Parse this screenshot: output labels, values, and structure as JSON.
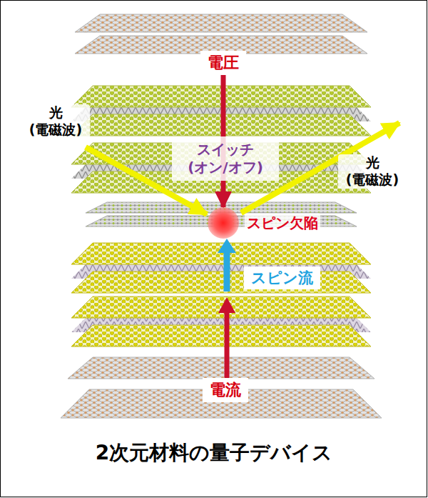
{
  "diagram": {
    "title": "2次元材料の量子デバイス",
    "nodes": [
      {
        "text": [
          "電圧"
        ]
      },
      {
        "text": [
          "スイッチ (オン/オフ)"
        ]
      },
      {
        "text": [
          "スピン欠陥"
        ]
      },
      {
        "text": [
          "スピン流"
        ]
      },
      {
        "text": [
          "電流"
        ]
      }
    ],
    "edges": [
      {
        "from": 0,
        "to": 2,
        "arrow": "to"
      }
    ],
    "labels": [
      "光 (電磁波)",
      "光 (電磁波)"
    ]
  }
}
